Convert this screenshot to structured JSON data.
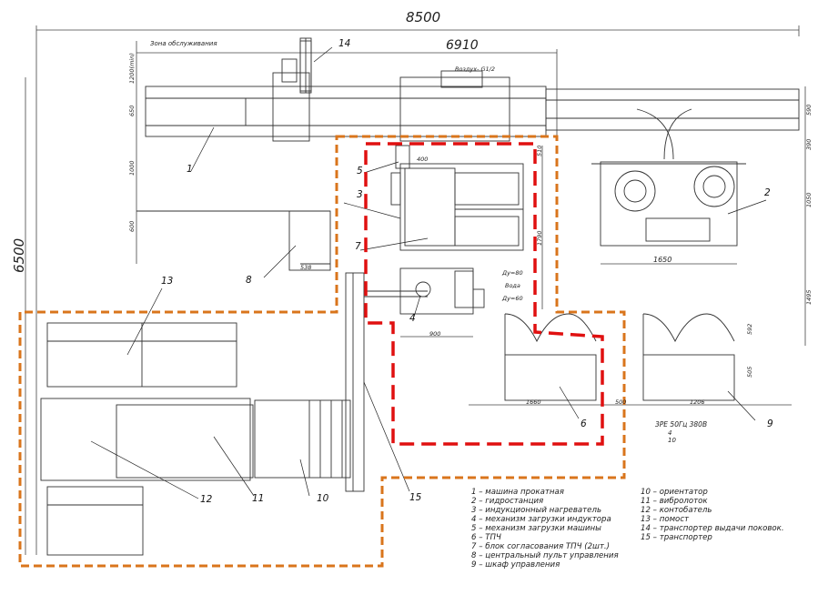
{
  "dimensions": {
    "overall_width": "8500",
    "inner_width": "6910",
    "overall_height": "6500",
    "service_zone": "Зона обслуживания",
    "label_1000": "1000",
    "label_1200": "1200(min)",
    "label_650": "650",
    "label_600": "600",
    "label_538": "538",
    "label_400": "400",
    "label_900": "900",
    "label_1790": "1790",
    "label_510": "510",
    "label_1650": "1650",
    "label_1660": "1660",
    "label_500": "500",
    "label_1206": "1206",
    "label_1050": "1050",
    "label_1495": "1495",
    "label_592": "592",
    "label_505": "505",
    "label_590": "590",
    "label_390": "390",
    "label_air": "Воздух- G1/2",
    "label_du80": "Ду=80",
    "label_du60": "Ду=60",
    "label_water": "Вода",
    "label_power": "3PE 50Гц 380В",
    "label_4": "4",
    "label_10": "10"
  },
  "callouts": [
    "1",
    "2",
    "3",
    "4",
    "5",
    "6",
    "7",
    "8",
    "9",
    "10",
    "11",
    "12",
    "13",
    "14",
    "15"
  ],
  "legend_left": [
    "1 – машина прокатная",
    "2 – гидростанция",
    "3 – индукционный нагреватель",
    "4 – механизм загрузки индуктора",
    "5 – механизм загрузки машины",
    "6 – ТПЧ",
    "7 – блок согласования ТПЧ (2шт.)",
    "8 – центральный пульт управления",
    "9 – шкаф управления"
  ],
  "legend_right": [
    "10 – ориентатор",
    "11 – вибролоток",
    "12 – контобатель",
    "13 – помост",
    "14 – транспортер выдачи поковок.",
    "15 – транспортер"
  ],
  "colors": {
    "orange_zone": "#d9751c",
    "red_zone": "#e01010",
    "line": "#333333"
  }
}
